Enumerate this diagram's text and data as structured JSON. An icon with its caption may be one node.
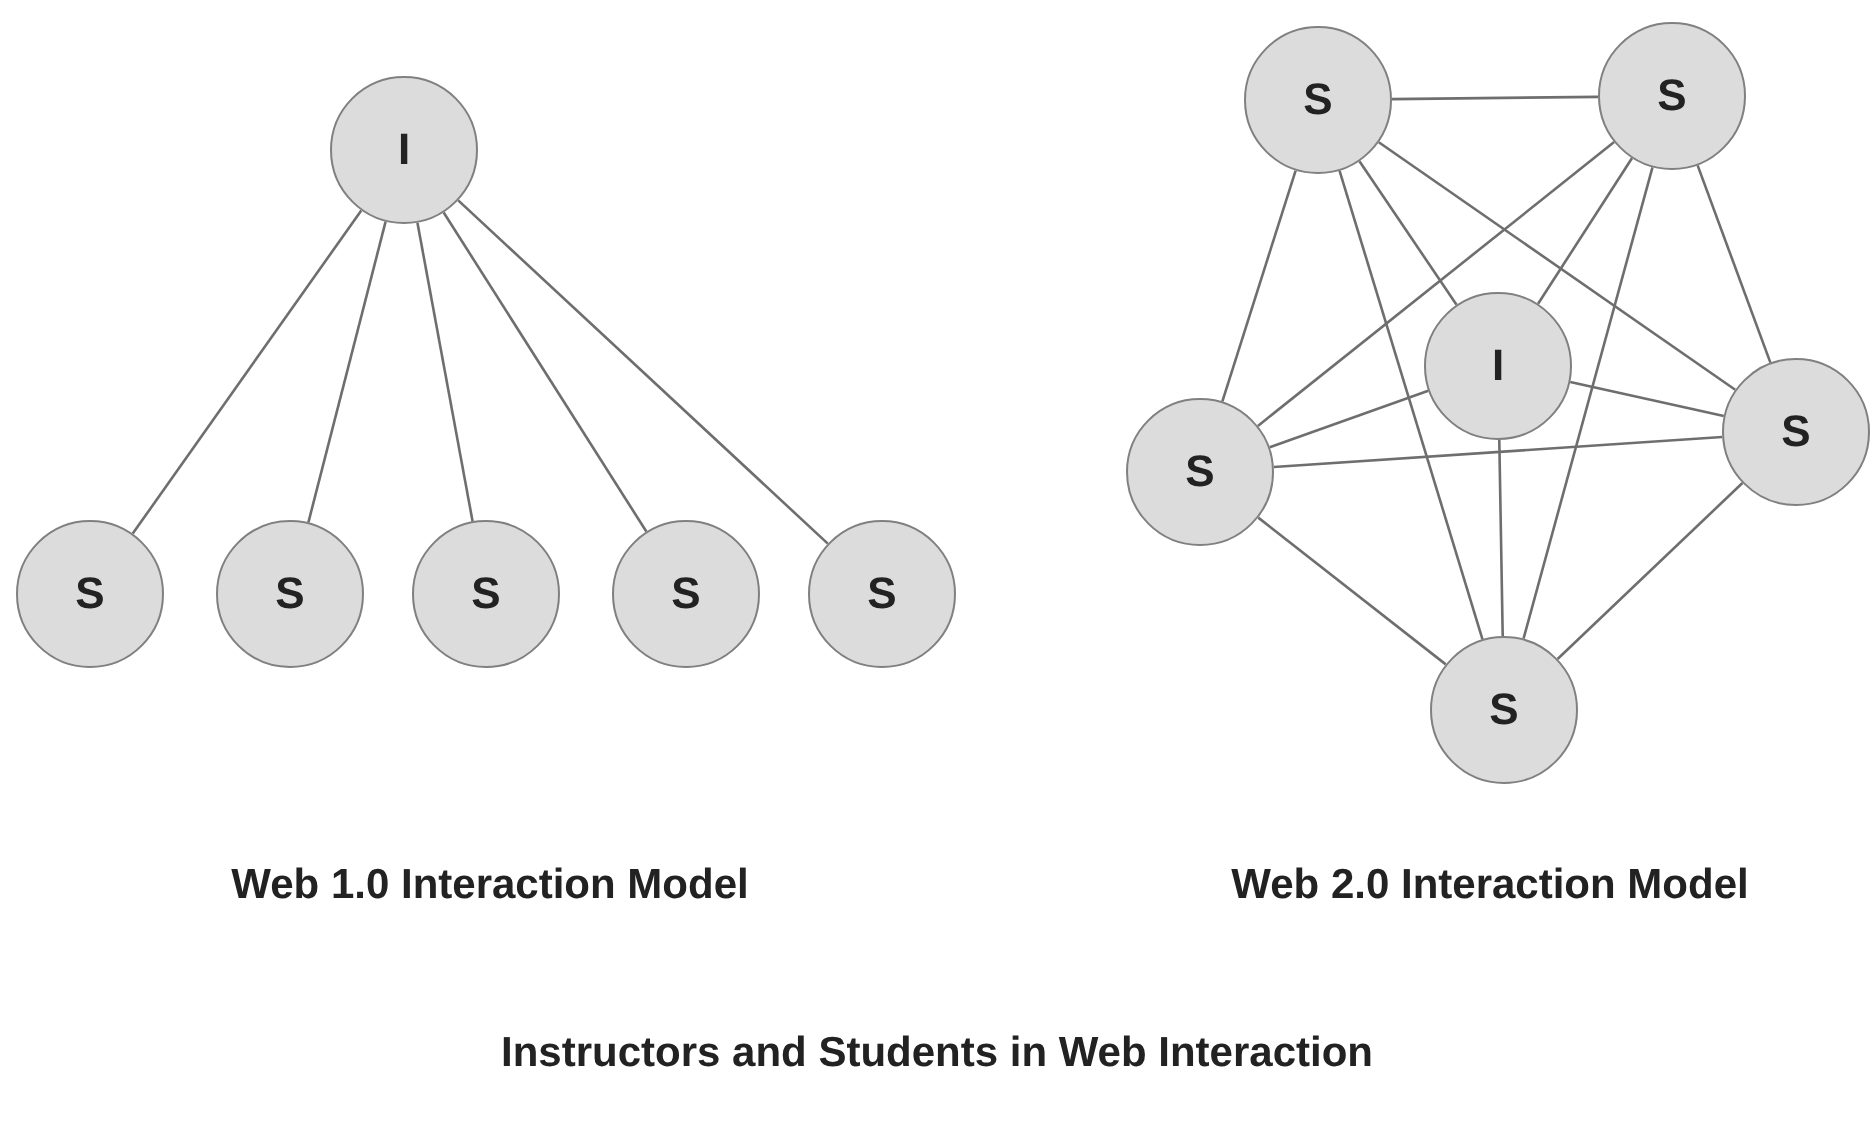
{
  "diagram": {
    "caption": "Instructors and Students in Web Interaction",
    "nodes": [
      {
        "text": [
          "I"
        ]
      },
      {
        "text": [
          "S"
        ]
      },
      {
        "text": [
          "S"
        ]
      },
      {
        "text": [
          "S"
        ]
      },
      {
        "text": [
          "S"
        ]
      },
      {
        "text": [
          "S"
        ]
      },
      {
        "text": [
          "S"
        ]
      },
      {
        "text": [
          "S"
        ]
      },
      {
        "text": [
          "I"
        ]
      },
      {
        "text": [
          "S"
        ]
      },
      {
        "text": [
          "S"
        ]
      },
      {
        "text": [
          "S"
        ]
      }
    ],
    "edges": [
      {
        "from": 0,
        "to": 1,
        "arrow": "none"
      },
      {
        "from": 0,
        "to": 2,
        "arrow": "none"
      },
      {
        "from": 0,
        "to": 3,
        "arrow": "none"
      },
      {
        "from": 0,
        "to": 4,
        "arrow": "none"
      },
      {
        "from": 0,
        "to": 5,
        "arrow": "none"
      },
      {
        "from": 6,
        "to": 7,
        "arrow": "none"
      },
      {
        "from": 6,
        "to": 8,
        "arrow": "none"
      },
      {
        "from": 6,
        "to": 9,
        "arrow": "none"
      },
      {
        "from": 6,
        "to": 10,
        "arrow": "none"
      },
      {
        "from": 6,
        "to": 11,
        "arrow": "none"
      },
      {
        "from": 7,
        "to": 8,
        "arrow": "none"
      },
      {
        "from": 7,
        "to": 9,
        "arrow": "none"
      },
      {
        "from": 7,
        "to": 10,
        "arrow": "none"
      },
      {
        "from": 7,
        "to": 11,
        "arrow": "none"
      },
      {
        "from": 8,
        "to": 9,
        "arrow": "none"
      },
      {
        "from": 8,
        "to": 10,
        "arrow": "none"
      },
      {
        "from": 8,
        "to": 11,
        "arrow": "none"
      },
      {
        "from": 9,
        "to": 10,
        "arrow": "none"
      },
      {
        "from": 9,
        "to": 11,
        "arrow": "none"
      },
      {
        "from": 10,
        "to": 11,
        "arrow": "none"
      }
    ],
    "labels": [
      "Web 1.0 Interaction Model",
      "Web 2.0 Interaction Model"
    ]
  }
}
